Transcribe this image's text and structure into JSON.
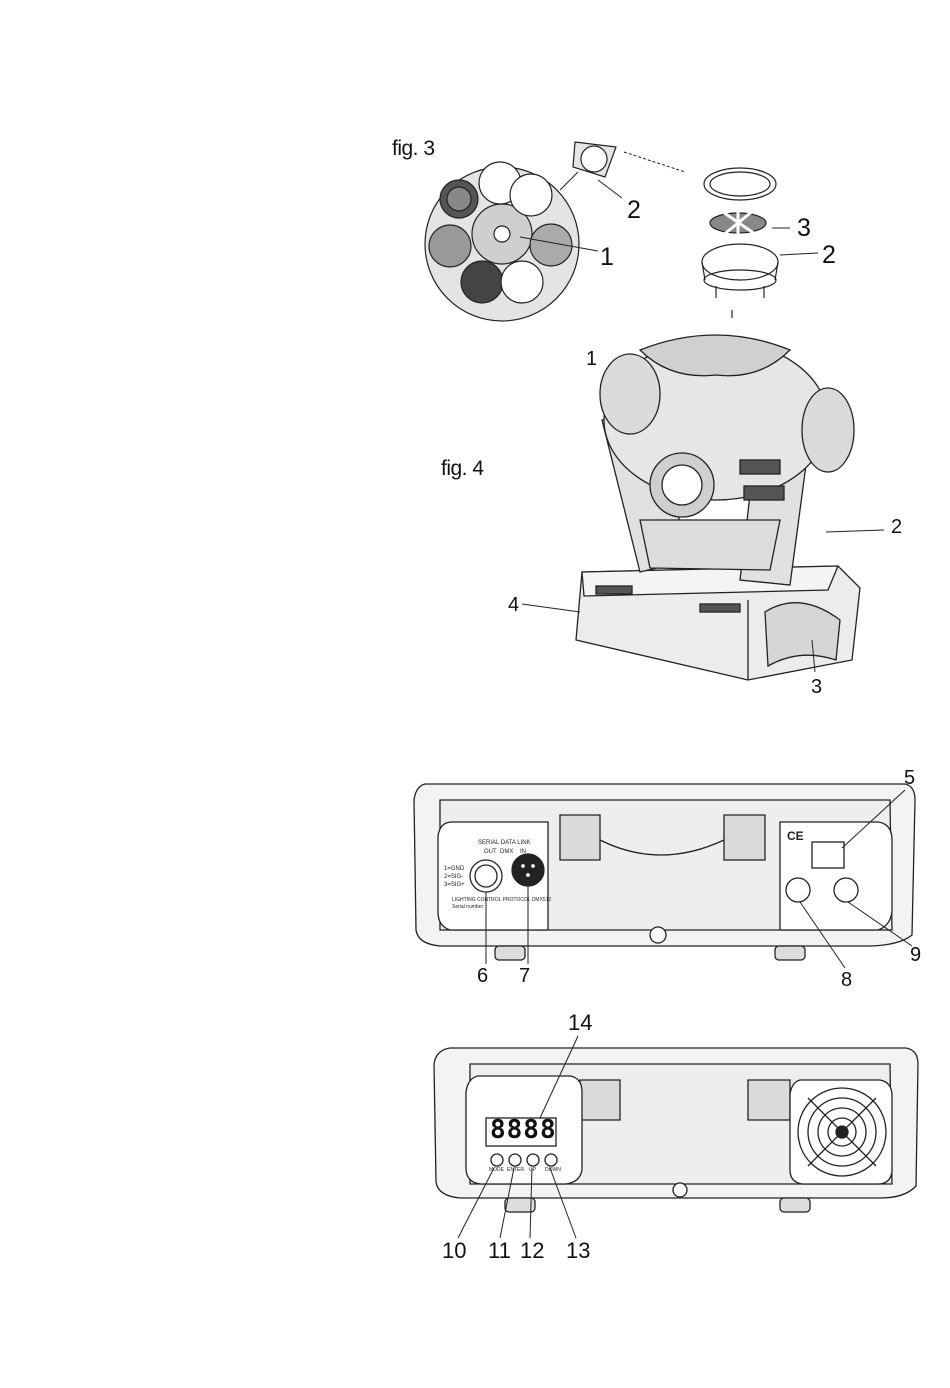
{
  "figures": {
    "fig3": {
      "title": "fig. 3",
      "callouts": [
        "1",
        "2",
        "3",
        "2"
      ]
    },
    "fig4": {
      "title": "fig. 4",
      "callouts": [
        "1",
        "2",
        "3",
        "4"
      ]
    },
    "rear_panel": {
      "callouts": [
        "5",
        "6",
        "7",
        "8",
        "9"
      ],
      "labels": {
        "serial_data_link": "SERIAL DATA LINK",
        "out": "OUT",
        "dmx": "DMX",
        "in": "IN",
        "pin1": "1=GND",
        "pin2": "2=SIG-",
        "pin3": "3=SIG+",
        "protocol": "LIGHTING CONTROL PROTOCOL DMX512",
        "serial_number": "Serial number:",
        "ce": "CE"
      }
    },
    "control_panel": {
      "display": "8888",
      "callouts": [
        "10",
        "11",
        "12",
        "13",
        "14"
      ],
      "buttons": [
        "MODE",
        "ENTER",
        "UP",
        "DOWN"
      ]
    }
  },
  "colors": {
    "line": "#222222",
    "fill_light": "#e8e8e8",
    "fill_mid": "#cfcfcf"
  }
}
